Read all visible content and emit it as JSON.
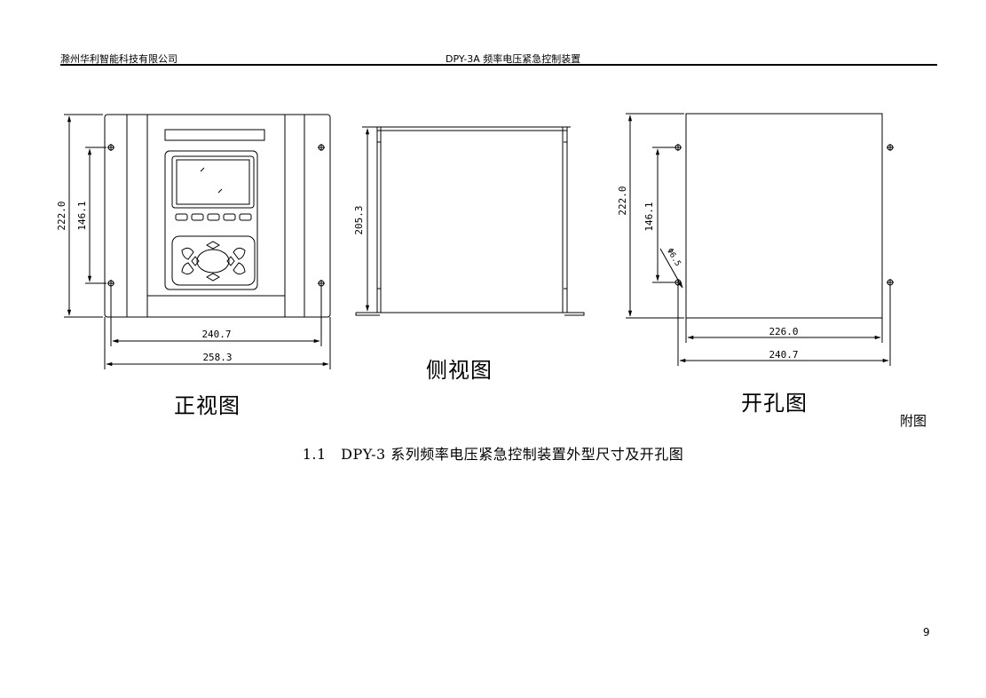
{
  "header": {
    "company": "滁州华利智能科技有限公司",
    "product": "DPY-3A 频率电压紧急控制装置"
  },
  "views": {
    "front": {
      "title": "正视图",
      "dims": {
        "height_outer": "222.0",
        "height_holes": "146.1",
        "width_holes": "240.7",
        "width_outer": "258.3"
      }
    },
    "side": {
      "title": "侧视图",
      "dims": {
        "depth": "205.3"
      }
    },
    "cutout": {
      "title": "开孔图",
      "dims": {
        "height_outer": "222.0",
        "height_holes": "146.1",
        "hole_dia": "Φ6.5",
        "width_cut": "226.0",
        "width_holes": "240.7"
      }
    }
  },
  "fig_label": "附图",
  "caption": "1.1　DPY-3 系列频率电压紧急控制装置外型尺寸及开孔图",
  "page_number": "9"
}
